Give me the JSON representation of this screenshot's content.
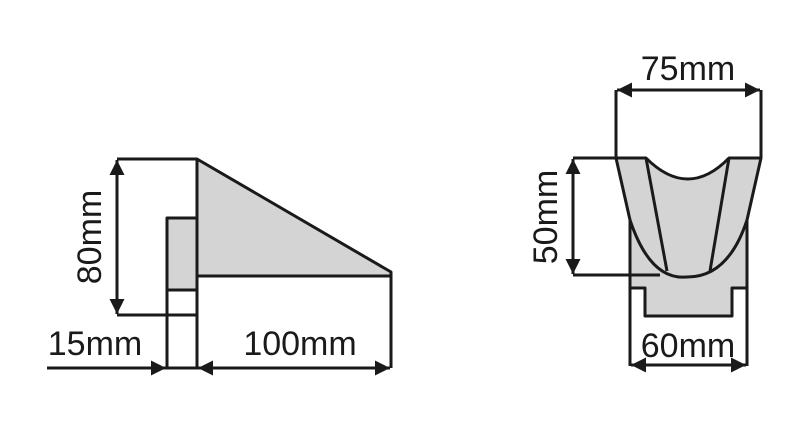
{
  "side_view": {
    "height_label": "80mm",
    "thickness_label": "15mm",
    "length_label": "100mm"
  },
  "front_view": {
    "top_width_label": "75mm",
    "height_label": "50mm",
    "base_width_label": "60mm"
  },
  "colors": {
    "fill": "#d4d4d4",
    "line": "#1a1a1a"
  }
}
